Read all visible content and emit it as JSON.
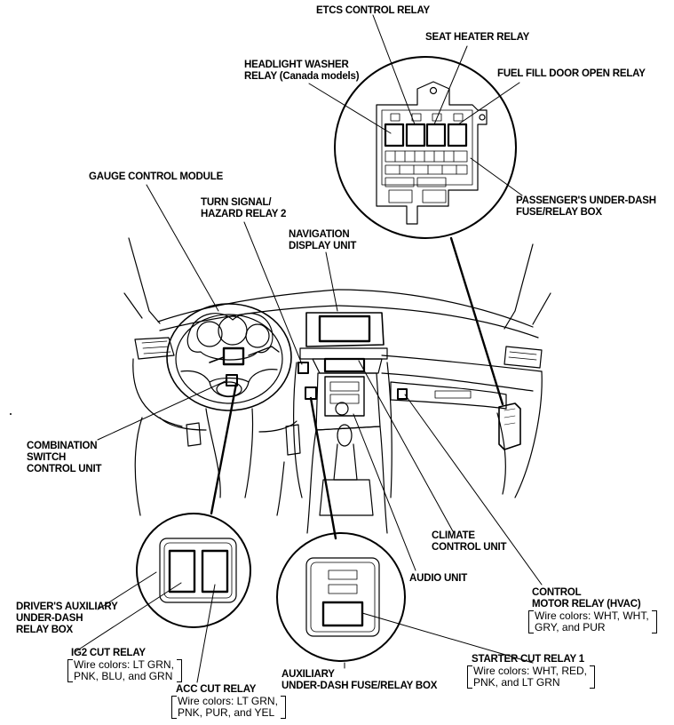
{
  "labels": {
    "etcs_control_relay": "ETCS CONTROL RELAY",
    "seat_heater_relay": "SEAT HEATER RELAY",
    "headlight_washer_relay_1": "HEADLIGHT WASHER",
    "headlight_washer_relay_2": "RELAY (Canada models)",
    "fuel_fill_door_open_relay": "FUEL FILL DOOR OPEN RELAY",
    "gauge_control_module": "GAUGE CONTROL MODULE",
    "turn_signal_relay_1": "TURN SIGNAL/",
    "turn_signal_relay_2": "HAZARD RELAY 2",
    "passenger_fuse_box_1": "PASSENGER'S UNDER-DASH",
    "passenger_fuse_box_2": "FUSE/RELAY BOX",
    "navigation_display_1": "NAVIGATION",
    "navigation_display_2": "DISPLAY UNIT",
    "combination_switch_1": "COMBINATION",
    "combination_switch_2": "SWITCH",
    "combination_switch_3": "CONTROL UNIT",
    "climate_control_1": "CLIMATE",
    "climate_control_2": "CONTROL UNIT",
    "audio_unit": "AUDIO UNIT",
    "control_motor_relay_1": "CONTROL",
    "control_motor_relay_2": "MOTOR RELAY (HVAC)",
    "drivers_aux_box_1": "DRIVER'S AUXILIARY",
    "drivers_aux_box_2": "UNDER-DASH",
    "drivers_aux_box_3": "RELAY BOX",
    "ig2_cut_relay": "IG2 CUT RELAY",
    "acc_cut_relay": "ACC CUT RELAY",
    "starter_cut_relay": "STARTER CUT RELAY 1",
    "aux_fuse_box_1": "AUXILIARY",
    "aux_fuse_box_2": "UNDER-DASH FUSE/RELAY BOX"
  },
  "wires": {
    "control_motor_1": "Wire colors: WHT, WHT,",
    "control_motor_2": "GRY, and PUR",
    "ig2_1": "Wire colors: LT GRN,",
    "ig2_2": "PNK, BLU, and GRN",
    "acc_1": "Wire colors: LT GRN,",
    "acc_2": "PNK, PUR, and YEL",
    "starter_1": "Wire colors: WHT, RED,",
    "starter_2": "PNK, and LT GRN"
  }
}
